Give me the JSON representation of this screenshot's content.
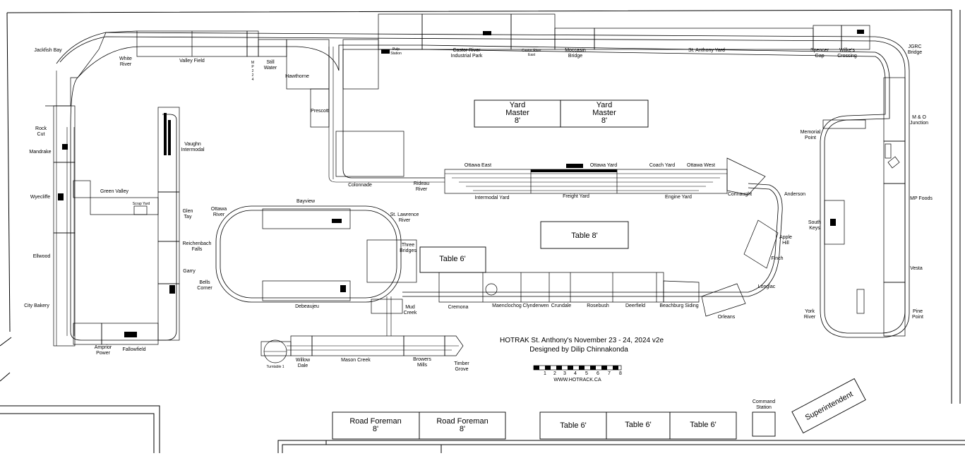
{
  "title": {
    "line1": "HOTRAK St. Anthony's November 23 - 24, 2024 v2e",
    "line2": "Designed by Dilip Chinnakonda"
  },
  "scale": {
    "ticks": [
      "1",
      "2",
      "3",
      "4",
      "5",
      "6",
      "7",
      "8"
    ],
    "url": "WWW.HOTRACK.CA"
  },
  "stations": {
    "jackfish_bay": "Jackfish Bay",
    "white_river": "White\nRiver",
    "valley_field": "Valley Field",
    "still_water": "Still\nWater",
    "mp_224": "M\nP\n2\n2\n4",
    "hawthorne": "Hawthorne",
    "prescott": "Prescott",
    "castor_river": "Castor River\nIndustrial Park",
    "castor_river_east": "Castor River\nEast",
    "pulp_station": "Pulp\nStation",
    "moccasin_bridge": "Moccasin\nBridge",
    "st_anthony_yard": "St. Anthony Yard",
    "spencer_gap": "Spencer\nGap",
    "wilkes_crossing": "Wilke's\nCrossing",
    "jgrc_bridge": "JGRC\nBridge",
    "mo_junction": "M & O\nJunction",
    "memorial_point": "Memorial\nPoint",
    "mp_foods": "MP Foods",
    "south_keys": "South\nKeys",
    "vesta": "Vesta",
    "york_river": "York\nRiver",
    "pine_point": "Pine\nPoint",
    "rock_cut": "Rock\nCut",
    "mandrake": "Mandrake",
    "wyecliffe": "Wyecliffe",
    "ellwood": "Ellwood",
    "city_bakery": "City Bakery",
    "fallowfield": "Fallowfield",
    "amprior_power": "Amprior\nPower",
    "vaughn_intermodal": "Vaughn\nIntermodal",
    "green_valley": "Green Valley",
    "scrap_yard": "Scrap Yard",
    "glen_tay": "Glen\nTay",
    "reichenbach_falls": "Reichenbach\nFalls",
    "garry": "Garry",
    "bells_corner": "Bells\nCorner",
    "ottawa_river": "Ottawa\nRiver",
    "bayview": "Bayview",
    "st_lawrence_river": "St. Lawrence\nRiver",
    "three_bridges": "Three\nBridges",
    "debeaujeu": "Debeaujeu",
    "mud_creek": "Mud\nCreek",
    "cremona": "Cremona",
    "maenclochog": "Maenclochog",
    "clynderwen": "Clynderwen",
    "crundale": "Crundale",
    "rosebush": "Rosebush",
    "deerfield": "Deerfield",
    "beachburg_siding": "Beachburg Siding",
    "orleans": "Orleans",
    "longlac": "Longlac",
    "finch": "Finch",
    "apple_hill": "Apple\nHill",
    "anderson": "Anderson",
    "connaught": "Connaught",
    "colonnade": "Colonnade",
    "rideau_river": "Rideau\nRiver",
    "ottawa_east": "Ottawa East",
    "ottawa_yard": "Ottawa Yard",
    "coach_yard": "Coach Yard",
    "ottawa_west": "Ottawa West",
    "intermodal_yard": "Intermodal Yard",
    "freight_yard": "Freight Yard",
    "engine_yard": "Engine Yard",
    "turntable": "Turntable 1",
    "willow_dale": "Willow\nDale",
    "mason_creek": "Mason Creek",
    "browers_mills": "Browers\nMills",
    "timber_grove": "Timber\nGrove"
  },
  "tables": {
    "yard_master_1": {
      "name": "Yard\nMaster",
      "size": "8'"
    },
    "yard_master_2": {
      "name": "Yard\nMaster",
      "size": "8'"
    },
    "table_8": "Table 8'",
    "table_6_center": "Table 6'",
    "road_foreman_1": {
      "name": "Road Foreman",
      "size": "8'"
    },
    "road_foreman_2": {
      "name": "Road Foreman",
      "size": "8'"
    },
    "table_6_a": "Table 6'",
    "table_6_b": "Table 6'",
    "table_6_c": "Table 6'",
    "command_station": "Command\nStation",
    "superintendent": "Superintendent"
  }
}
